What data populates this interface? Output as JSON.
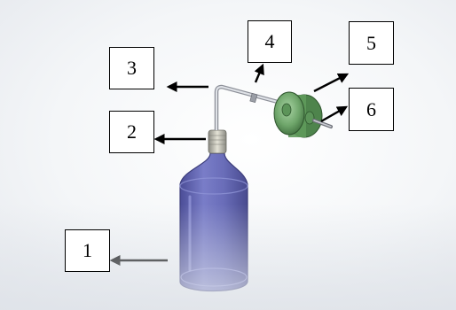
{
  "labels": [
    "1",
    "2",
    "3",
    "4",
    "5",
    "6"
  ],
  "colors": {
    "bottle": "#5b5fb0",
    "bottle_outline": "#2e2f72",
    "disk": "#6ea56a",
    "disk_dark": "#3f6e3e",
    "tube": "#b8bcc4",
    "arrow": "#000000"
  }
}
